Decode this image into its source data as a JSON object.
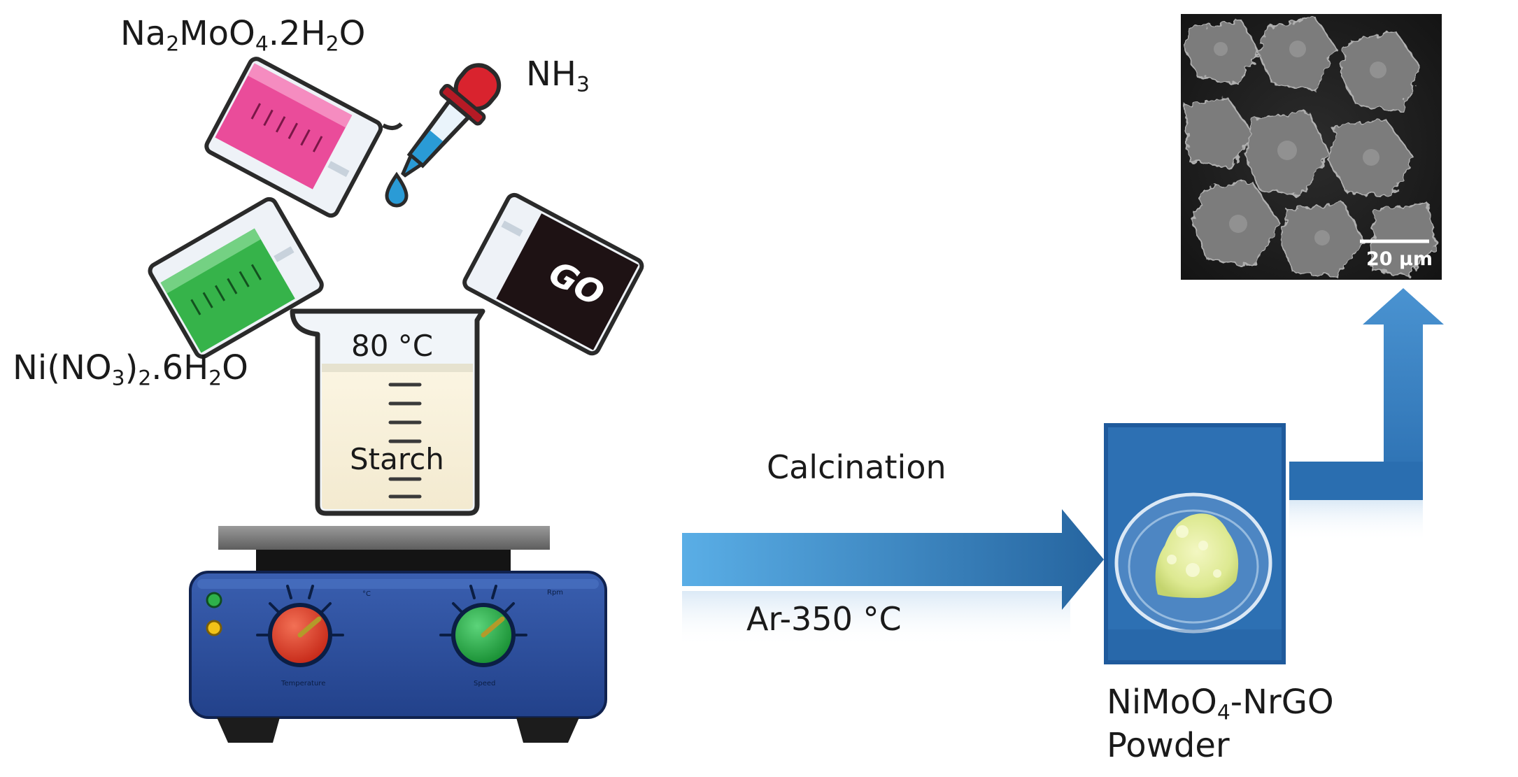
{
  "reagents": {
    "sodium_molybdate": {
      "pre": "Na",
      "s1": "2",
      "mid": "MoO",
      "s2": "4",
      "post": ".2H",
      "s3": "2",
      "end": "O"
    },
    "ammonia": {
      "pre": "NH",
      "s1": "3"
    },
    "nickel_nitrate": {
      "pre": "Ni(NO",
      "s1": "3",
      "mid": ")",
      "s2": "2",
      "post": ".6H",
      "s3": "2",
      "end": "O"
    },
    "graphene_oxide": "GO"
  },
  "beaker": {
    "temperature": "80 °C",
    "content": "Starch"
  },
  "hotplate": {
    "knob_temperature": "Temperature",
    "knob_speed": "Speed",
    "unit_temperature": "°C",
    "unit_speed": "Rpm"
  },
  "process": {
    "step": "Calcination",
    "condition": "Ar-350 °C"
  },
  "product": {
    "line1_pre": "NiMoO",
    "line1_sub": "4",
    "line1_post": "-NrGO",
    "line2": "Powder"
  },
  "sem": {
    "scale_bar": "20 µm"
  },
  "colors": {
    "arrow_blue": "#2f73b5",
    "hotplate_blue": "#2c4f9e",
    "knob_red": "#d8321e",
    "knob_green": "#22a23e",
    "pink_solution": "#ea4c9a",
    "green_solution": "#36b34a",
    "go_dark": "#1e1214",
    "dropper_red": "#d9232e",
    "dropper_blue": "#2a9bd6"
  }
}
